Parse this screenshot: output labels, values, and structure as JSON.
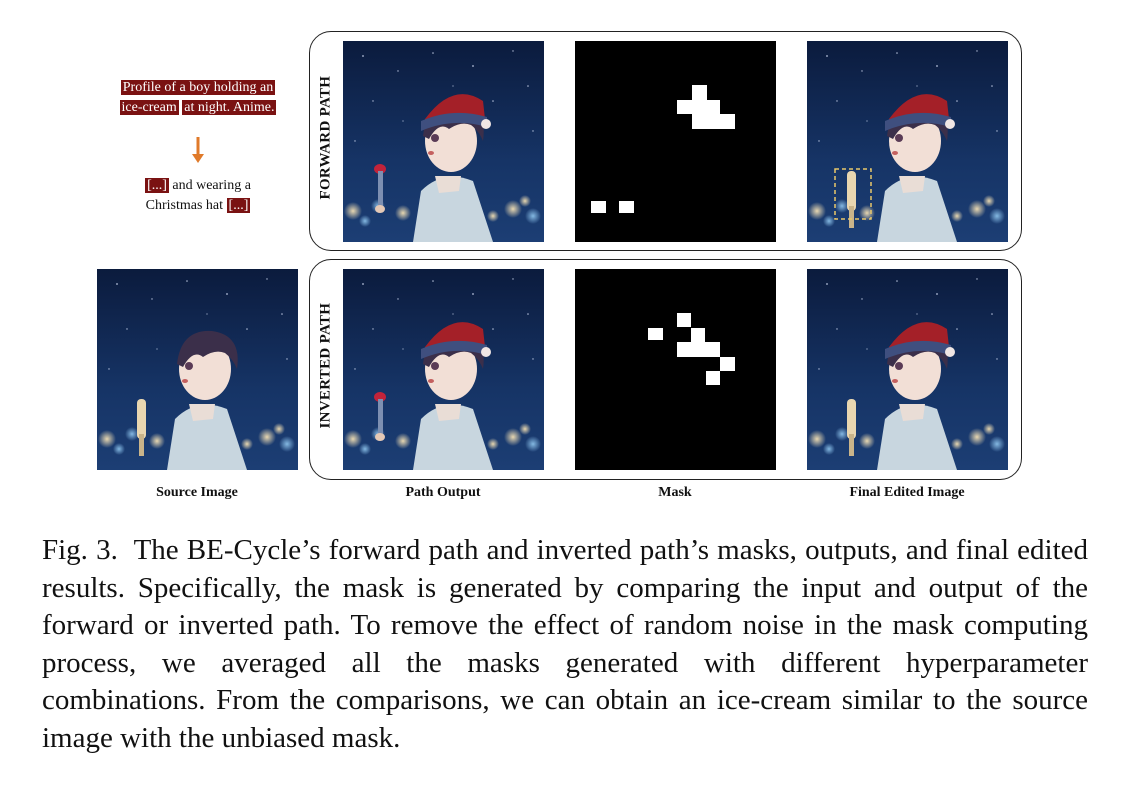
{
  "prompt": {
    "line1": "Profile of a boy holding an",
    "line2a": "ice-cream",
    "line2b": "at night. Anime.",
    "edit_a": "[...]",
    "edit_b": "and wearing a",
    "edit_c": "Christmas hat",
    "edit_d": "[...]"
  },
  "paths": {
    "forward": "FORWARD PATH",
    "inverted": "INVERTED PATH"
  },
  "columns": {
    "source": "Source Image",
    "path_output": "Path Output",
    "mask": "Mask",
    "final": "Final Edited Image"
  },
  "caption": {
    "label": "Fig. 3.",
    "text": "The BE-Cycle’s forward path and inverted path’s masks, outputs, and final edited results. Specifically, the mask is generated by comparing the input and output of the forward or inverted path. To remove the effect of random noise in the mask computing process, we averaged all the masks generated with different hyperparameter combinations. From the comparisons, we can obtain an ice-cream similar to the source image with the unbiased mask."
  },
  "colors": {
    "highlight": "#7a1212",
    "arrow": "#e07a2a",
    "sky": "#0e2147",
    "dashed_box": "#e9c86a"
  }
}
